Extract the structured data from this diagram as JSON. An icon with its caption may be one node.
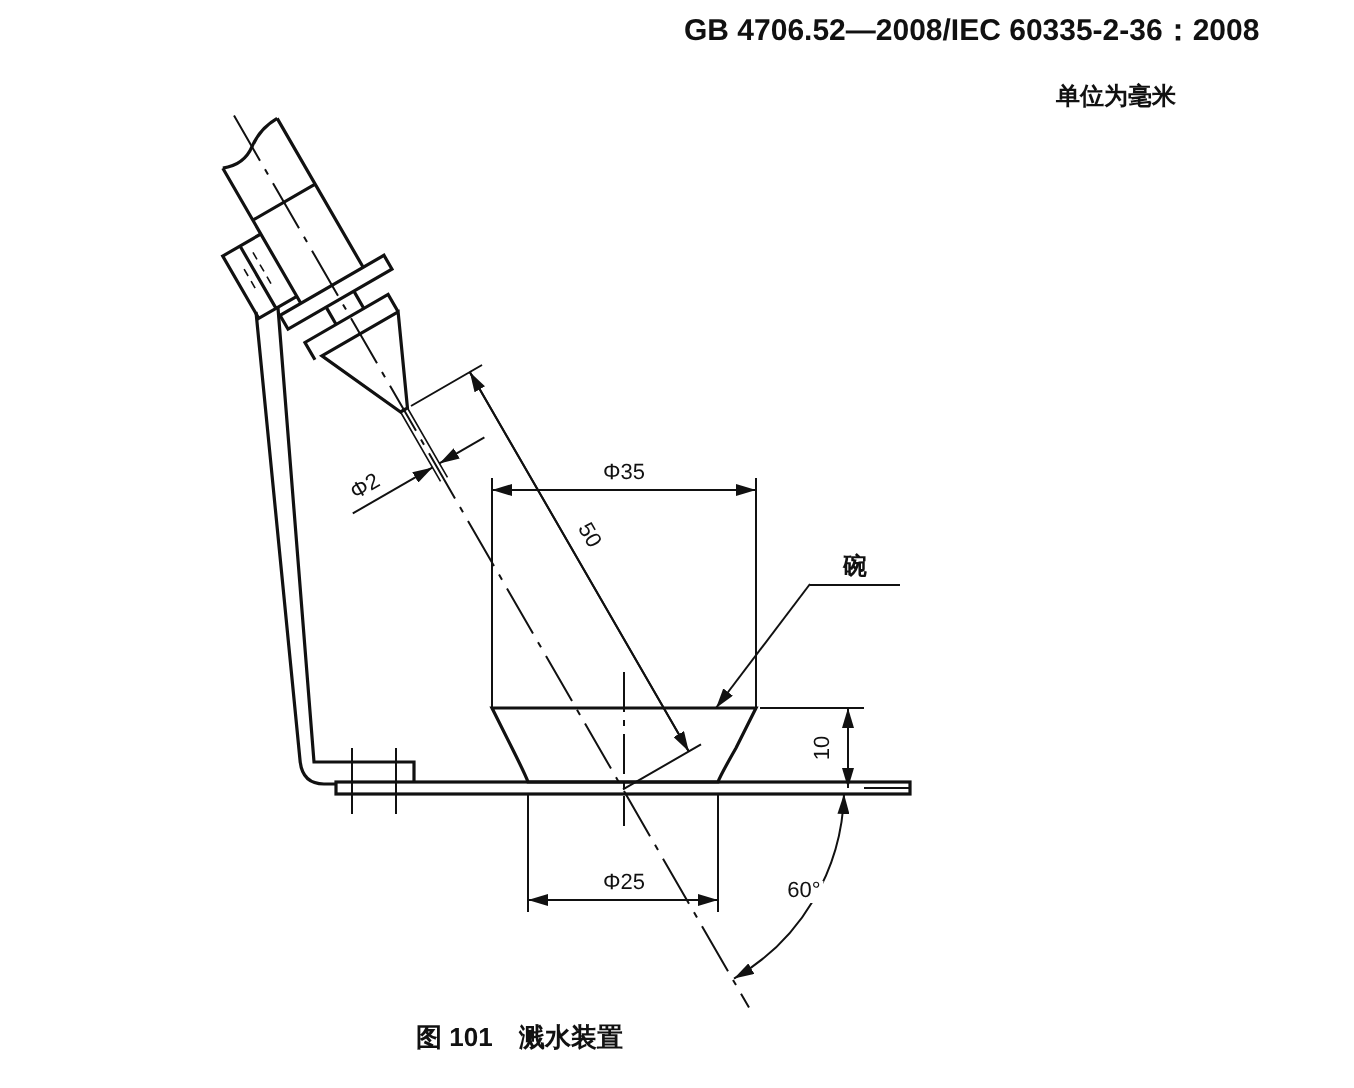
{
  "diagram": {
    "caption": "图 101　溅水装置",
    "nodes": [
      {
        "text": [
          "碗"
        ]
      },
      {
        "text": [],
        "shape": "picture"
      }
    ],
    "edges": [
      {
        "from": 0,
        "to": 1,
        "arrow": "to"
      }
    ],
    "labels": [
      "GB 4706.52—2008/IEC 60335-2-36：2008",
      "单位为毫米",
      "Φ2",
      "Φ35",
      "50",
      "10",
      "Φ25",
      "60°"
    ]
  }
}
